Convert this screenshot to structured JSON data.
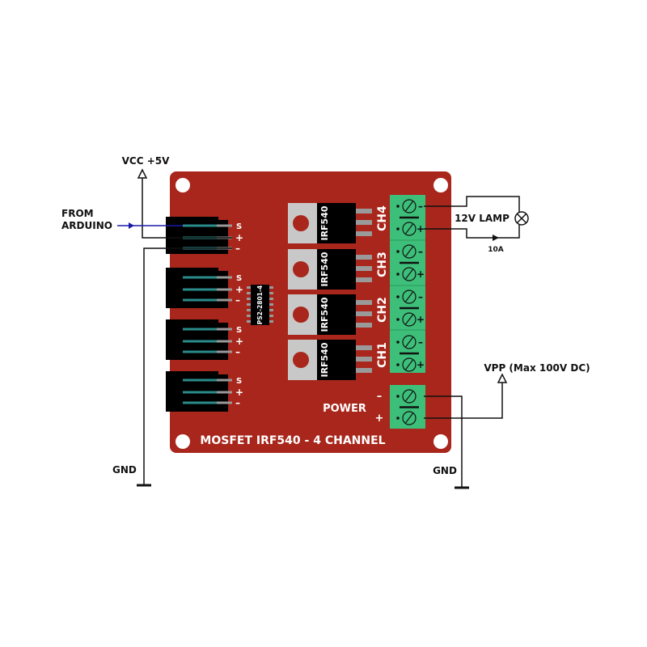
{
  "colors": {
    "board": "#a8261b",
    "terminal": "#3dbf7a",
    "terminal_edge": "#2a9a5c",
    "connector": "#000000",
    "pin": "#2a8c8a",
    "pin_tip": "#9a9a9a",
    "mosfet_tab": "#c8c8c8",
    "mosfet_body": "#000000",
    "signal_wire": "#1a1aa8",
    "wire": "#111111"
  },
  "labels": {
    "vcc": "VCC +5V",
    "from_arduino_line1": "FROM",
    "from_arduino_line2": "ARDUINO",
    "gnd_left": "GND",
    "gnd_right": "GND",
    "lamp": "12V LAMP",
    "current": "10A",
    "vpp": "VPP (Max 100V DC)",
    "power": "POWER",
    "board_title": "MOSFET IRF540 - 4 CHANNEL",
    "optocoupler": "PS2-2801-4"
  },
  "input_headers": [
    {
      "pins": [
        "S",
        "+",
        "–"
      ]
    },
    {
      "pins": [
        "S",
        "+",
        "–"
      ]
    },
    {
      "pins": [
        "S",
        "+",
        "–"
      ]
    },
    {
      "pins": [
        "S",
        "+",
        "–"
      ]
    }
  ],
  "mosfets": [
    {
      "label": "IRF540"
    },
    {
      "label": "IRF540"
    },
    {
      "label": "IRF540"
    },
    {
      "label": "IRF540"
    }
  ],
  "channels": [
    {
      "label": "CH4",
      "pins": [
        "–",
        "+"
      ]
    },
    {
      "label": "CH3",
      "pins": [
        "–",
        "+"
      ]
    },
    {
      "label": "CH2",
      "pins": [
        "–",
        "+"
      ]
    },
    {
      "label": "CH1",
      "pins": [
        "–",
        "+"
      ]
    }
  ],
  "power_terminal": {
    "pins": [
      "–",
      "+"
    ]
  }
}
